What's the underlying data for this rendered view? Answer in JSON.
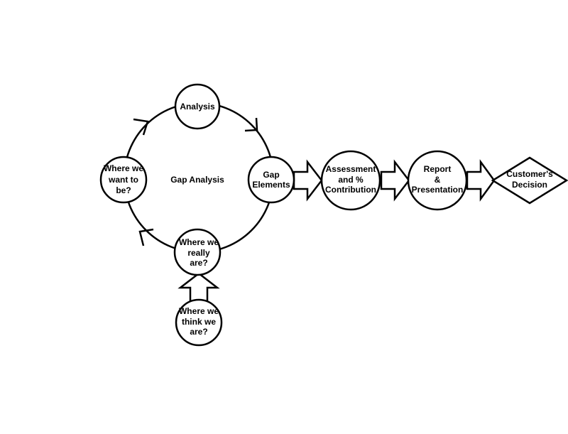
{
  "diagram": {
    "center_label": "Gap Analysis",
    "nodes": {
      "analysis": [
        "Analysis"
      ],
      "want": [
        "Where we",
        "want to",
        "be?"
      ],
      "gap": [
        "Gap",
        "Elements"
      ],
      "really": [
        "Where we",
        "really",
        "are?"
      ],
      "think": [
        "Where we",
        "think we",
        "are?"
      ],
      "assessment": [
        "Assessment",
        "and %",
        "Contribution"
      ],
      "report": [
        "Report",
        "&",
        "Presentation"
      ],
      "decision": [
        "Customer's",
        "Decision"
      ]
    }
  }
}
